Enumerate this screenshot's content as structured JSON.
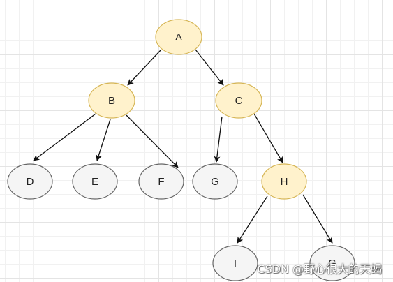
{
  "colors": {
    "highlight_fill": "#fff2cc",
    "highlight_stroke": "#d6b656",
    "plain_fill": "#f5f5f5",
    "plain_stroke": "#666666",
    "edge": "#111111"
  },
  "nodes": {
    "A": {
      "label": "A",
      "highlighted": true
    },
    "B": {
      "label": "B",
      "highlighted": true
    },
    "C": {
      "label": "C",
      "highlighted": true
    },
    "D": {
      "label": "D",
      "highlighted": false
    },
    "E": {
      "label": "E",
      "highlighted": false
    },
    "F": {
      "label": "F",
      "highlighted": false
    },
    "G1": {
      "label": "G",
      "highlighted": false
    },
    "H": {
      "label": "H",
      "highlighted": true
    },
    "I": {
      "label": "I",
      "highlighted": false
    },
    "G2": {
      "label": "G",
      "highlighted": false
    }
  },
  "edges": [
    {
      "from": "A",
      "to": "B"
    },
    {
      "from": "A",
      "to": "C"
    },
    {
      "from": "B",
      "to": "D"
    },
    {
      "from": "B",
      "to": "E"
    },
    {
      "from": "B",
      "to": "F"
    },
    {
      "from": "C",
      "to": "G1"
    },
    {
      "from": "C",
      "to": "H"
    },
    {
      "from": "H",
      "to": "I"
    },
    {
      "from": "H",
      "to": "G2"
    }
  ],
  "watermark": "CSDN @野心很大的天蝎"
}
